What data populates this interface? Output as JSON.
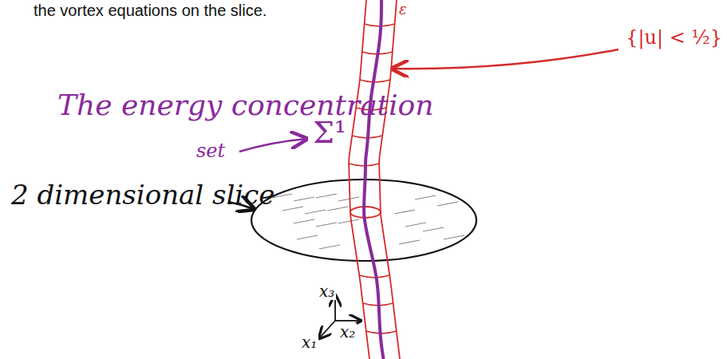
{
  "diagram": {
    "labels": [
      "the vortex equations on the slice.",
      "The energy concentration",
      "set",
      "Σ¹",
      "ε",
      "{|u| < ½}",
      "2 dimensional slice",
      "x₃",
      "x₂",
      "x₁"
    ]
  }
}
